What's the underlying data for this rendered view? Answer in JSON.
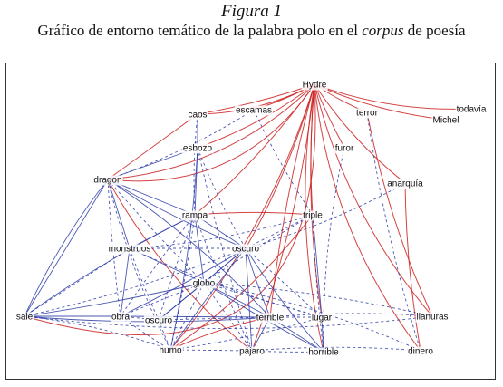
{
  "figure": {
    "label": "Figura 1",
    "title_before": "Gráfico de entorno temático de la palabra polo en el ",
    "title_italic": "corpus",
    "title_after": " de poesía"
  },
  "colors": {
    "red_edge": "#cc2222",
    "blue_edge": "#2b3aa6",
    "frame": "#333333"
  },
  "nodes": [
    {
      "id": "hydre",
      "label": "Hydre"
    },
    {
      "id": "todavia",
      "label": "todavía"
    },
    {
      "id": "michel",
      "label": "Michel"
    },
    {
      "id": "terror",
      "label": "terror"
    },
    {
      "id": "escamas",
      "label": "escamas"
    },
    {
      "id": "caos",
      "label": "caos"
    },
    {
      "id": "esbozo",
      "label": "esbozo"
    },
    {
      "id": "furor",
      "label": "furor"
    },
    {
      "id": "dragon",
      "label": "dragon"
    },
    {
      "id": "anarquia",
      "label": "anarquía"
    },
    {
      "id": "rampa",
      "label": "rampa"
    },
    {
      "id": "triple",
      "label": "triple"
    },
    {
      "id": "monstruos",
      "label": "monstruos"
    },
    {
      "id": "oscuro1",
      "label": "oscuro"
    },
    {
      "id": "globo",
      "label": "globo"
    },
    {
      "id": "sale",
      "label": "sale"
    },
    {
      "id": "obra",
      "label": "obra"
    },
    {
      "id": "oscuro2",
      "label": "oscuro"
    },
    {
      "id": "terrible",
      "label": "terrible"
    },
    {
      "id": "lugar",
      "label": "lugar"
    },
    {
      "id": "llanuras",
      "label": "llanuras"
    },
    {
      "id": "humo",
      "label": "humo"
    },
    {
      "id": "pajaro",
      "label": "pájaro"
    },
    {
      "id": "horrible",
      "label": "horrible"
    },
    {
      "id": "dinero",
      "label": "dinero"
    }
  ],
  "edges": [
    {
      "from": "hydre",
      "to": "todavia",
      "color": "red",
      "style": "solid",
      "bend": 10
    },
    {
      "from": "hydre",
      "to": "michel",
      "color": "red",
      "style": "solid",
      "bend": 8
    },
    {
      "from": "hydre",
      "to": "terror",
      "color": "red",
      "style": "solid",
      "bend": 5
    },
    {
      "from": "hydre",
      "to": "escamas",
      "color": "red",
      "style": "solid",
      "bend": -5
    },
    {
      "from": "hydre",
      "to": "caos",
      "color": "red",
      "style": "solid",
      "bend": -12
    },
    {
      "from": "hydre",
      "to": "caos",
      "color": "red",
      "style": "solid",
      "bend": -4
    },
    {
      "from": "hydre",
      "to": "esbozo",
      "color": "red",
      "style": "solid",
      "bend": -8
    },
    {
      "from": "hydre",
      "to": "dragon",
      "color": "red",
      "style": "solid",
      "bend": -30
    },
    {
      "from": "hydre",
      "to": "dragon",
      "color": "red",
      "style": "solid",
      "bend": -18
    },
    {
      "from": "hydre",
      "to": "sale",
      "color": "red",
      "style": "solid",
      "bend": -70
    },
    {
      "from": "hydre",
      "to": "furor",
      "color": "red",
      "style": "solid",
      "bend": 3
    },
    {
      "from": "hydre",
      "to": "anarquia",
      "color": "red",
      "style": "solid",
      "bend": 8
    },
    {
      "from": "hydre",
      "to": "triple",
      "color": "red",
      "style": "solid",
      "bend": 4
    },
    {
      "from": "hydre",
      "to": "oscuro1",
      "color": "red",
      "style": "solid",
      "bend": -6
    },
    {
      "from": "hydre",
      "to": "rampa",
      "color": "red",
      "style": "solid",
      "bend": -6
    },
    {
      "from": "hydre",
      "to": "humo",
      "color": "red",
      "style": "solid",
      "bend": -10
    },
    {
      "from": "hydre",
      "to": "pajaro",
      "color": "red",
      "style": "solid",
      "bend": -6
    },
    {
      "from": "hydre",
      "to": "terrible",
      "color": "red",
      "style": "solid",
      "bend": 4
    },
    {
      "from": "hydre",
      "to": "lugar",
      "color": "red",
      "style": "solid",
      "bend": 6
    },
    {
      "from": "hydre",
      "to": "horrible",
      "color": "red",
      "style": "solid",
      "bend": 10
    },
    {
      "from": "hydre",
      "to": "llanuras",
      "color": "red",
      "style": "solid",
      "bend": 12
    },
    {
      "from": "hydre",
      "to": "dinero",
      "color": "red",
      "style": "solid",
      "bend": 14
    },
    {
      "from": "terror",
      "to": "llanuras",
      "color": "red",
      "style": "solid",
      "bend": 6
    },
    {
      "from": "terror",
      "to": "dinero",
      "color": "blue",
      "style": "dashed",
      "bend": 4
    },
    {
      "from": "furor",
      "to": "horrible",
      "color": "blue",
      "style": "dashed",
      "bend": 6
    },
    {
      "from": "anarquia",
      "to": "dinero",
      "color": "red",
      "style": "solid",
      "bend": 4
    },
    {
      "from": "anarquia",
      "to": "oscuro1",
      "color": "blue",
      "style": "dashed",
      "bend": -6
    },
    {
      "from": "caos",
      "to": "dragon",
      "color": "red",
      "style": "solid",
      "bend": 0
    },
    {
      "from": "caos",
      "to": "esbozo",
      "color": "blue",
      "style": "solid",
      "bend": 0
    },
    {
      "from": "caos",
      "to": "rampa",
      "color": "blue",
      "style": "dashed",
      "bend": 4
    },
    {
      "from": "escamas",
      "to": "dragon",
      "color": "blue",
      "style": "dashed",
      "bend": -6
    },
    {
      "from": "escamas",
      "to": "triple",
      "color": "blue",
      "style": "dashed",
      "bend": 4
    },
    {
      "from": "esbozo",
      "to": "dragon",
      "color": "blue",
      "style": "solid",
      "bend": 0
    },
    {
      "from": "esbozo",
      "to": "rampa",
      "color": "blue",
      "style": "solid",
      "bend": 0
    },
    {
      "from": "esbozo",
      "to": "humo",
      "color": "blue",
      "style": "solid",
      "bend": -4
    },
    {
      "from": "esbozo",
      "to": "pajaro",
      "color": "blue",
      "style": "dashed",
      "bend": 2
    },
    {
      "from": "esbozo",
      "to": "oscuro1",
      "color": "blue",
      "style": "dashed",
      "bend": 4
    },
    {
      "from": "dragon",
      "to": "sale",
      "color": "blue",
      "style": "solid",
      "bend": 0
    },
    {
      "from": "dragon",
      "to": "sale",
      "color": "blue",
      "style": "solid",
      "bend": 6
    },
    {
      "from": "dragon",
      "to": "monstruos",
      "color": "blue",
      "style": "solid",
      "bend": 0
    },
    {
      "from": "dragon",
      "to": "rampa",
      "color": "blue",
      "style": "solid",
      "bend": 0
    },
    {
      "from": "dragon",
      "to": "oscuro1",
      "color": "blue",
      "style": "solid",
      "bend": 4
    },
    {
      "from": "dragon",
      "to": "obra",
      "color": "blue",
      "style": "dashed",
      "bend": 2
    },
    {
      "from": "dragon",
      "to": "humo",
      "color": "blue",
      "style": "dashed",
      "bend": 6
    },
    {
      "from": "dragon",
      "to": "terrible",
      "color": "blue",
      "style": "solid",
      "bend": -6
    },
    {
      "from": "dragon",
      "to": "globo",
      "color": "blue",
      "style": "dashed",
      "bend": 2
    },
    {
      "from": "dragon",
      "to": "pajaro",
      "color": "red",
      "style": "solid",
      "bend": 10
    },
    {
      "from": "rampa",
      "to": "monstruos",
      "color": "blue",
      "style": "solid",
      "bend": 0
    },
    {
      "from": "rampa",
      "to": "oscuro1",
      "color": "blue",
      "style": "solid",
      "bend": 0
    },
    {
      "from": "rampa",
      "to": "globo",
      "color": "blue",
      "style": "solid",
      "bend": 0
    },
    {
      "from": "rampa",
      "to": "obra",
      "color": "blue",
      "style": "dashed",
      "bend": 2
    },
    {
      "from": "rampa",
      "to": "oscuro2",
      "color": "blue",
      "style": "dashed",
      "bend": 2
    },
    {
      "from": "rampa",
      "to": "humo",
      "color": "blue",
      "style": "dashed",
      "bend": -2
    },
    {
      "from": "rampa",
      "to": "pajaro",
      "color": "blue",
      "style": "dashed",
      "bend": 2
    },
    {
      "from": "rampa",
      "to": "triple",
      "color": "red",
      "style": "solid",
      "bend": -4
    },
    {
      "from": "rampa",
      "to": "sale",
      "color": "blue",
      "style": "solid",
      "bend": 4
    },
    {
      "from": "triple",
      "to": "oscuro1",
      "color": "blue",
      "style": "dashed",
      "bend": 0
    },
    {
      "from": "triple",
      "to": "lugar",
      "color": "blue",
      "style": "solid",
      "bend": 0
    },
    {
      "from": "triple",
      "to": "horrible",
      "color": "blue",
      "style": "dashed",
      "bend": 2
    },
    {
      "from": "triple",
      "to": "globo",
      "color": "blue",
      "style": "dashed",
      "bend": 2
    },
    {
      "from": "triple",
      "to": "humo",
      "color": "red",
      "style": "solid",
      "bend": -8
    },
    {
      "from": "triple",
      "to": "monstruos",
      "color": "blue",
      "style": "dashed",
      "bend": -6
    },
    {
      "from": "monstruos",
      "to": "oscuro1",
      "color": "blue",
      "style": "dashed",
      "bend": 0
    },
    {
      "from": "monstruos",
      "to": "globo",
      "color": "blue",
      "style": "solid",
      "bend": 0
    },
    {
      "from": "monstruos",
      "to": "obra",
      "color": "blue",
      "style": "solid",
      "bend": 0
    },
    {
      "from": "monstruos",
      "to": "oscuro2",
      "color": "blue",
      "style": "dashed",
      "bend": 2
    },
    {
      "from": "monstruos",
      "to": "sale",
      "color": "blue",
      "style": "dashed",
      "bend": 0
    },
    {
      "from": "monstruos",
      "to": "lugar",
      "color": "blue",
      "style": "dashed",
      "bend": 4
    },
    {
      "from": "oscuro1",
      "to": "globo",
      "color": "blue",
      "style": "solid",
      "bend": 0
    },
    {
      "from": "oscuro1",
      "to": "terrible",
      "color": "blue",
      "style": "solid",
      "bend": 2
    },
    {
      "from": "oscuro1",
      "to": "horrible",
      "color": "blue",
      "style": "solid",
      "bend": 4
    },
    {
      "from": "oscuro1",
      "to": "pajaro",
      "color": "blue",
      "style": "solid",
      "bend": 0
    },
    {
      "from": "oscuro1",
      "to": "humo",
      "color": "blue",
      "style": "solid",
      "bend": 2
    },
    {
      "from": "oscuro1",
      "to": "obra",
      "color": "blue",
      "style": "solid",
      "bend": -2
    },
    {
      "from": "oscuro1",
      "to": "oscuro2",
      "color": "blue",
      "style": "solid",
      "bend": 0
    },
    {
      "from": "oscuro1",
      "to": "sale",
      "color": "blue",
      "style": "dashed",
      "bend": -4
    },
    {
      "from": "oscuro1",
      "to": "lugar",
      "color": "blue",
      "style": "dashed",
      "bend": 0
    },
    {
      "from": "globo",
      "to": "terrible",
      "color": "blue",
      "style": "solid",
      "bend": 0
    },
    {
      "from": "globo",
      "to": "oscuro2",
      "color": "blue",
      "style": "solid",
      "bend": 0
    },
    {
      "from": "globo",
      "to": "humo",
      "color": "blue",
      "style": "dashed",
      "bend": 0
    },
    {
      "from": "globo",
      "to": "pajaro",
      "color": "blue",
      "style": "dashed",
      "bend": 0
    },
    {
      "from": "globo",
      "to": "horrible",
      "color": "blue",
      "style": "solid",
      "bend": 2
    },
    {
      "from": "globo",
      "to": "lugar",
      "color": "blue",
      "style": "dashed",
      "bend": 0
    },
    {
      "from": "globo",
      "to": "llanuras",
      "color": "blue",
      "style": "dashed",
      "bend": -4
    },
    {
      "from": "globo",
      "to": "dinero",
      "color": "blue",
      "style": "dashed",
      "bend": -6
    },
    {
      "from": "globo",
      "to": "sale",
      "color": "blue",
      "style": "solid",
      "bend": -2
    },
    {
      "from": "globo",
      "to": "obra",
      "color": "blue",
      "style": "dashed",
      "bend": 0
    },
    {
      "from": "sale",
      "to": "terrible",
      "color": "blue",
      "style": "solid",
      "bend": 4
    },
    {
      "from": "sale",
      "to": "humo",
      "color": "blue",
      "style": "dashed",
      "bend": -6
    },
    {
      "from": "sale",
      "to": "obra",
      "color": "blue",
      "style": "solid",
      "bend": 0
    },
    {
      "from": "obra",
      "to": "humo",
      "color": "blue",
      "style": "dashed",
      "bend": 2
    },
    {
      "from": "obra",
      "to": "terrible",
      "color": "blue",
      "style": "solid",
      "bend": 0
    },
    {
      "from": "obra",
      "to": "oscuro2",
      "color": "blue",
      "style": "dashed",
      "bend": 0
    },
    {
      "from": "oscuro2",
      "to": "humo",
      "color": "blue",
      "style": "dashed",
      "bend": 0
    },
    {
      "from": "oscuro2",
      "to": "terrible",
      "color": "blue",
      "style": "dashed",
      "bend": 0
    },
    {
      "from": "humo",
      "to": "pajaro",
      "color": "blue",
      "style": "dashed",
      "bend": 0
    },
    {
      "from": "humo",
      "to": "terrible",
      "color": "red",
      "style": "solid",
      "bend": -6
    },
    {
      "from": "humo",
      "to": "lugar",
      "color": "blue",
      "style": "dashed",
      "bend": 4
    },
    {
      "from": "pajaro",
      "to": "terrible",
      "color": "blue",
      "style": "solid",
      "bend": 0
    },
    {
      "from": "pajaro",
      "to": "horrible",
      "color": "blue",
      "style": "dashed",
      "bend": 2
    },
    {
      "from": "terrible",
      "to": "horrible",
      "color": "blue",
      "style": "solid",
      "bend": 0
    },
    {
      "from": "terrible",
      "to": "lugar",
      "color": "blue",
      "style": "dashed",
      "bend": 0
    },
    {
      "from": "terrible",
      "to": "llanuras",
      "color": "blue",
      "style": "dashed",
      "bend": -4
    },
    {
      "from": "lugar",
      "to": "horrible",
      "color": "blue",
      "style": "solid",
      "bend": 0
    },
    {
      "from": "llanuras",
      "to": "sale",
      "color": "blue",
      "style": "dashed",
      "bend": -6
    },
    {
      "from": "dinero",
      "to": "pajaro",
      "color": "blue",
      "style": "dashed",
      "bend": 4
    }
  ]
}
